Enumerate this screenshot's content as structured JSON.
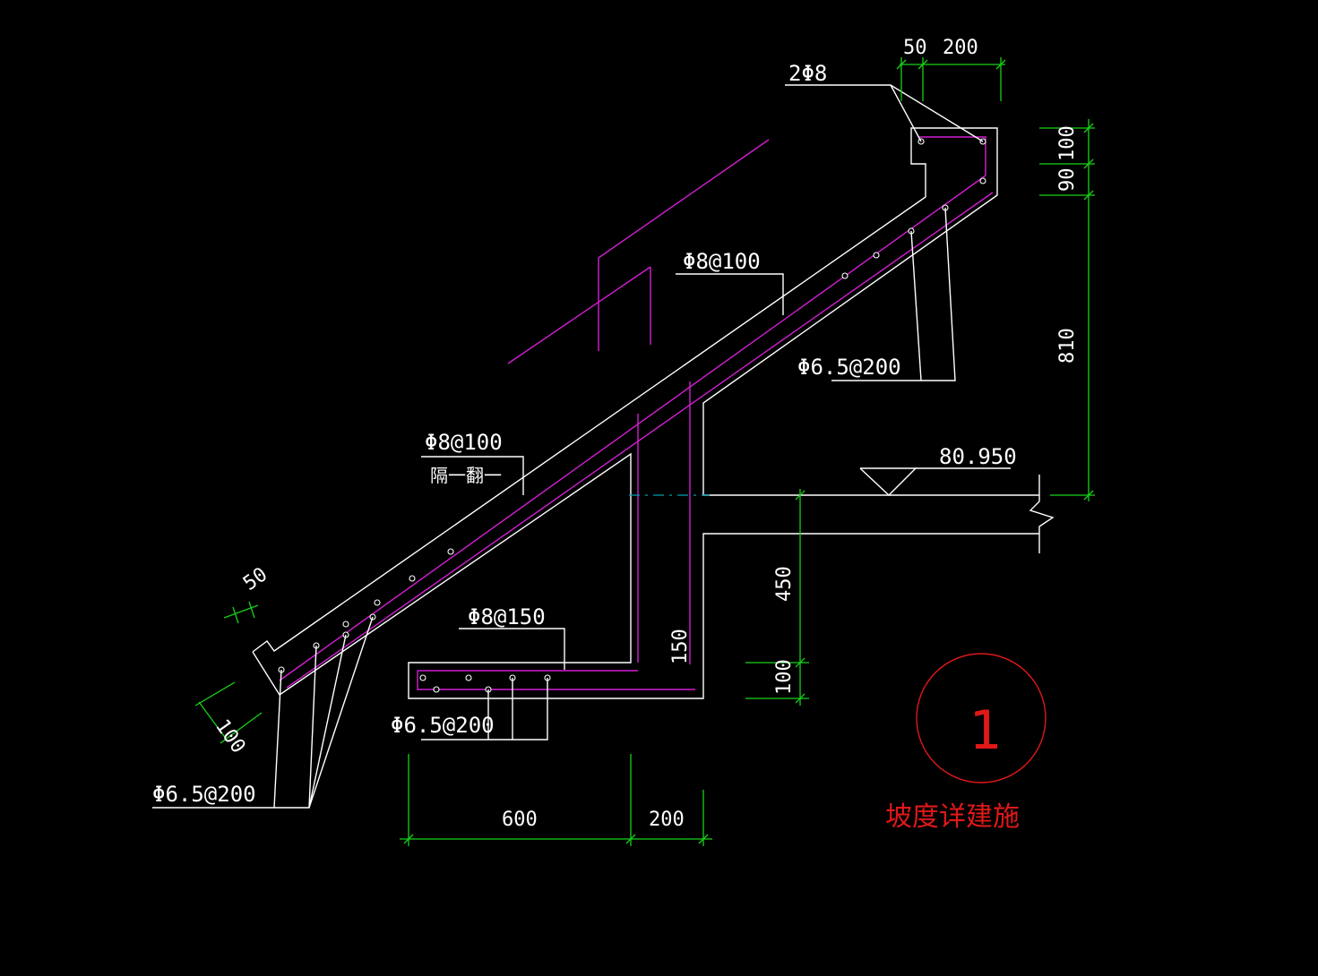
{
  "labels": {
    "top_bars": "2Φ8",
    "dim_top_50": "50",
    "dim_top_200": "200",
    "slab_bar_upper": "Φ8@100",
    "dist_bar_right": "Φ6.5@200",
    "elevation": "80.950",
    "dim_right_100": "100",
    "dim_right_90": "90",
    "dim_right_810": "810",
    "slab_bar_mid": "Φ8@100",
    "slab_bar_mid_note": "隔一翻一",
    "dim_left_50": "50",
    "dim_left_100": "100",
    "dist_bar_left": "Φ6.5@200",
    "bottom_bar": "Φ8@150",
    "dist_bar_bottom": "Φ6.5@200",
    "dim_150": "150",
    "dim_450": "450",
    "dim_100_lower": "100",
    "dim_600": "600",
    "dim_200": "200",
    "detail_number": "1",
    "slope_note": "坡度详建施"
  },
  "colors": {
    "background": "#000000",
    "outline": "#ffffff",
    "rebar": "#d21ed2",
    "dimension": "#16d216",
    "detail_mark": "#e01818",
    "centerline": "#00a0b0"
  }
}
